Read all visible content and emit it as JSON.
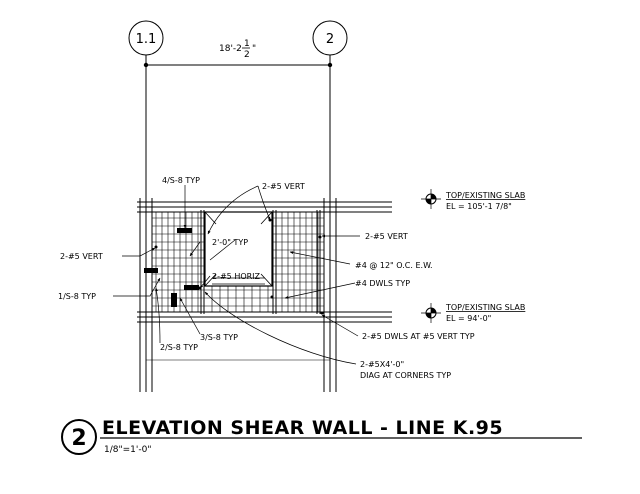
{
  "grid_bubbles": [
    {
      "label": "1.1"
    },
    {
      "label": "2"
    }
  ],
  "dimension": {
    "whole": "18'-2",
    "frac_num": "1",
    "frac_den": "2",
    "suffix": "\""
  },
  "elevations": [
    {
      "line1": "TOP/EXISTING SLAB",
      "line2": "EL = 105'-1 7/8\""
    },
    {
      "line1": "TOP/EXISTING SLAB",
      "line2": "EL = 94'-0\""
    }
  ],
  "notes": {
    "detail_4_s8": "4/S-8 TYP",
    "vert_top": "2-#5 VERT",
    "vert_left": "2-#5 VERT",
    "vert_right": "2-#5 VERT",
    "typ_2_0": "2'-0\" TYP",
    "horiz": "2-#5 HORIZ",
    "rebar_12": "#4 @ 12\" O.C. E.W.",
    "dwls": "#4 DWLS TYP",
    "detail_1_s8": "1/S-8 TYP",
    "dwls_vert": "2-#5 DWLS AT #5 VERT TYP",
    "detail_3_s8": "3/S-8 TYP",
    "detail_2_s8": "2/S-8 TYP",
    "diag_1": "2-#5X4'-0\"",
    "diag_2": "DIAG AT CORNERS TYP"
  },
  "title_block": {
    "number": "2",
    "title": "ELEVATION SHEAR WALL - LINE K.95",
    "scale": "1/8\"=1'-0\""
  }
}
